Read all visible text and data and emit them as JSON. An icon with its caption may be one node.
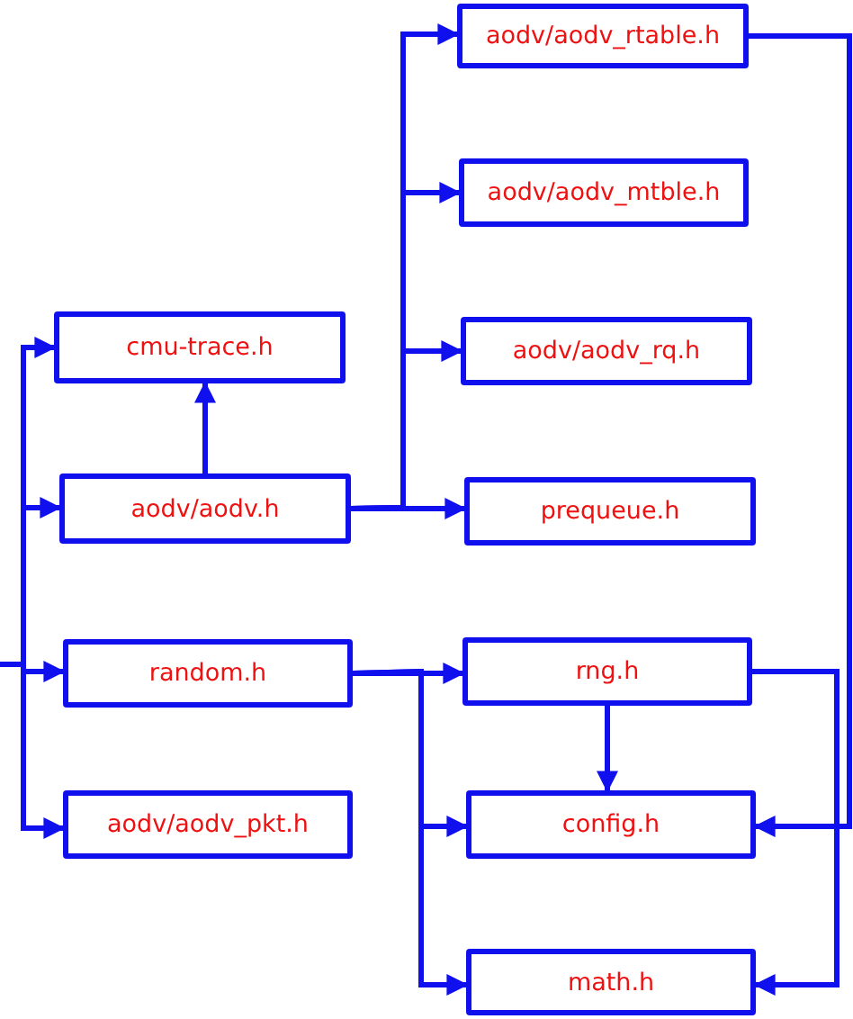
{
  "diagram": {
    "nodes": [
      {
        "text": [
          "cmu-trace.h"
        ]
      },
      {
        "text": [
          "aodv/aodv.h"
        ]
      },
      {
        "text": [
          "random.h"
        ]
      },
      {
        "text": [
          "aodv/aodv_pkt.h"
        ]
      },
      {
        "text": [
          "aodv/aodv_rtable.h"
        ]
      },
      {
        "text": [
          "aodv/aodv_mtble.h"
        ]
      },
      {
        "text": [
          "aodv/aodv_rq.h"
        ]
      },
      {
        "text": [
          "prequeue.h"
        ]
      },
      {
        "text": [
          "rng.h"
        ]
      },
      {
        "text": [
          "config.h"
        ]
      },
      {
        "text": [
          "math.h"
        ]
      }
    ],
    "edges": [
      {
        "from": null,
        "to": 0,
        "arrow": "to"
      },
      {
        "from": null,
        "to": 1,
        "arrow": "to"
      },
      {
        "from": null,
        "to": 2,
        "arrow": "to"
      },
      {
        "from": null,
        "to": 3,
        "arrow": "to"
      },
      {
        "from": 1,
        "to": 0,
        "arrow": "to"
      },
      {
        "from": 1,
        "to": 4,
        "arrow": "to"
      },
      {
        "from": 1,
        "to": 5,
        "arrow": "to"
      },
      {
        "from": 1,
        "to": 6,
        "arrow": "to"
      },
      {
        "from": 1,
        "to": 7,
        "arrow": "to"
      },
      {
        "from": 2,
        "to": 8,
        "arrow": "to"
      },
      {
        "from": 2,
        "to": 9,
        "arrow": "to"
      },
      {
        "from": 2,
        "to": 10,
        "arrow": "to"
      },
      {
        "from": 8,
        "to": 9,
        "arrow": "to"
      },
      {
        "from": 8,
        "to": 10,
        "arrow": "to"
      },
      {
        "from": 4,
        "to": 9,
        "arrow": "to"
      }
    ]
  }
}
